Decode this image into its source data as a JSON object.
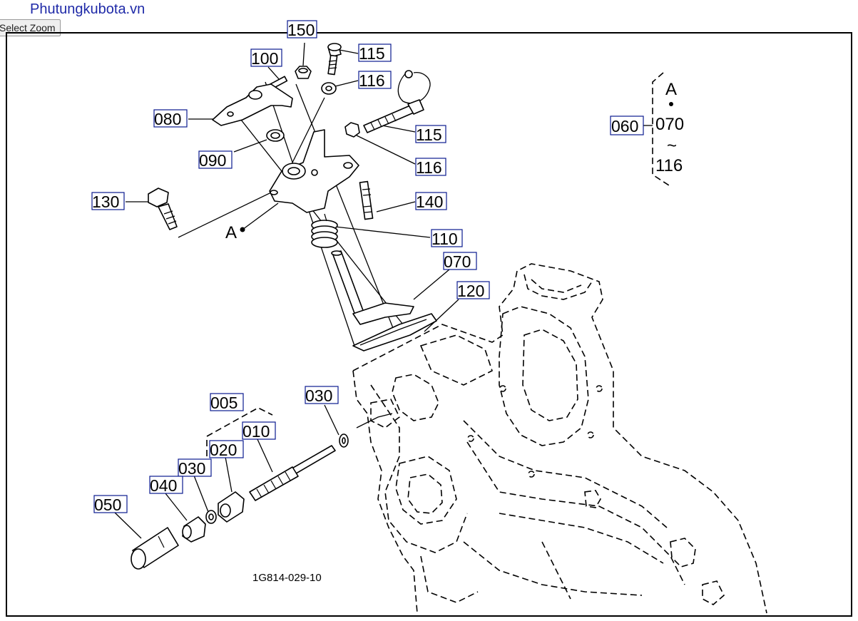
{
  "header": {
    "site_title": "Phutungkubota.vn",
    "zoom_button": "Select Zoom"
  },
  "diagram": {
    "drawing_code": "1G814-029-10",
    "ref_point": "A",
    "group_note": {
      "label": "060",
      "line1": "A",
      "line2": "070",
      "tilde": "~",
      "line3": "116"
    },
    "callouts": [
      "150",
      "115",
      "100",
      "116",
      "080",
      "115",
      "090",
      "116",
      "130",
      "140",
      "110",
      "070",
      "120",
      "005",
      "030",
      "010",
      "020",
      "030",
      "040",
      "050"
    ]
  }
}
